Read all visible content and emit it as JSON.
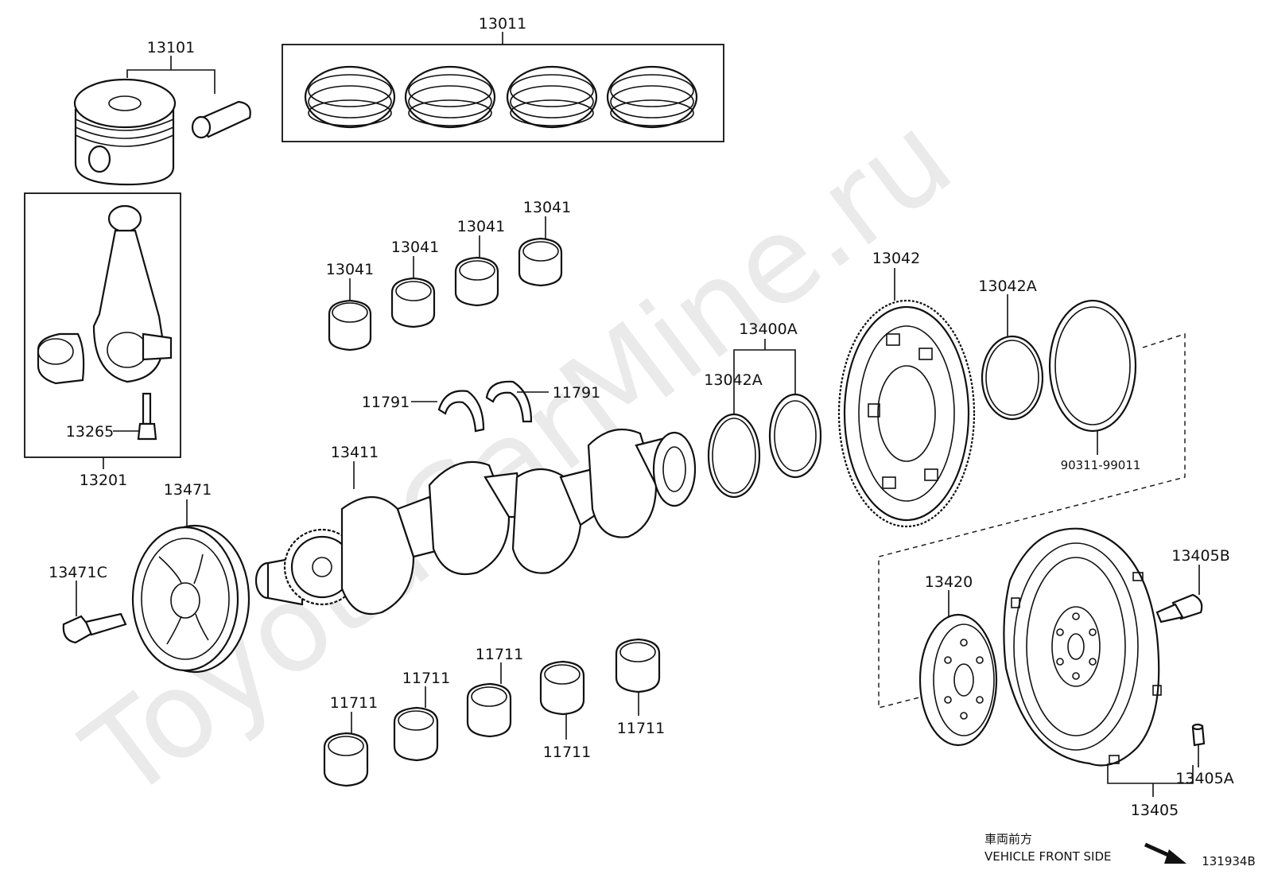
{
  "watermark": "ToyotaCarMine.ru",
  "diagram_id": "131934B",
  "direction": {
    "jp": "車両前方",
    "en": "VEHICLE FRONT SIDE"
  },
  "labels": {
    "piston": "13101",
    "piston_rings": "13011",
    "conrod_set": "13201",
    "conrod_bolt": "13265",
    "conrod_bearing_1": "13041",
    "conrod_bearing_2": "13041",
    "conrod_bearing_3": "13041",
    "conrod_bearing_4": "13041",
    "thrust_washer_left": "11791",
    "thrust_washer_right": "11791",
    "crankshaft": "13411",
    "pulley": "13471",
    "pulley_bolt": "13471C",
    "main_bearing_1": "11711",
    "main_bearing_2": "11711",
    "main_bearing_3": "11711",
    "main_bearing_4": "11711",
    "main_bearing_5": "11711",
    "gear_set": "13400A",
    "gear_ring_a": "13042A",
    "gear_ring_b": "13042A",
    "balance_gear": "13042",
    "oil_seal": "90311-99011",
    "flywheel": "13405",
    "flywheel_bolt": "13405B",
    "flywheel_pin": "13405A",
    "drive_plate": "13420"
  }
}
